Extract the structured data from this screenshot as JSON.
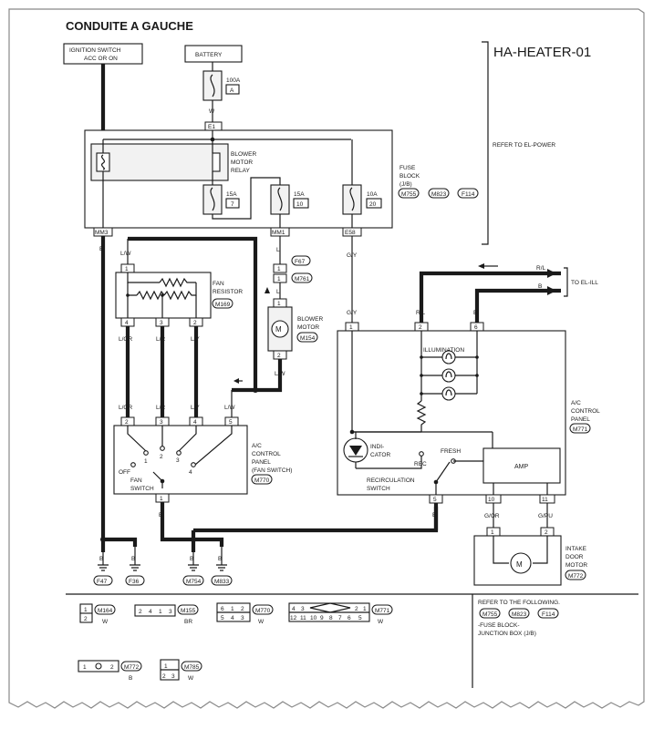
{
  "header": {
    "title": "CONDUITE A GAUCHE",
    "diagram_code": "HA-HEATER-01"
  },
  "labels": {
    "ignition_switch_1": "IGNITION SWITCH",
    "ignition_switch_2": "ACC OR ON",
    "battery": "BATTERY",
    "fuse_100a": "100A",
    "fuse_100a_no": "A",
    "wire_w": "W",
    "conn_e1": "E1",
    "refer_el_power": "REFER TO EL-POWER",
    "blower_relay_1": "BLOWER",
    "blower_relay_2": "MOTOR",
    "blower_relay_3": "RELAY",
    "fuse_15a_1": "15A",
    "fuse_15a_1_no": "7",
    "fuse_15a_2": "15A",
    "fuse_15a_2_no": "10",
    "fuse_10a": "10A",
    "fuse_10a_no": "20",
    "fuse_block_1": "FUSE",
    "fuse_block_2": "BLOCK",
    "fuse_block_3": "(J/B)",
    "conn_m755": "M755",
    "conn_m823": "M823",
    "conn_f114": "F114",
    "conn_mm3": "MM3",
    "conn_mm1": "MM1",
    "conn_e58": "E58",
    "wire_b": "B",
    "wire_lw": "L/W",
    "wire_l": "L",
    "wire_gy": "G/Y",
    "wire_rl": "R/L",
    "wire_lor": "L/OR",
    "wire_lr": "L/R",
    "wire_ly": "L/Y",
    "wire_gor": "G/OR",
    "wire_gpu": "G/PU",
    "conn_f67": "F67",
    "conn_m761": "M761",
    "fan_resistor_1": "FAN",
    "fan_resistor_2": "RESISTOR",
    "conn_m169": "M169",
    "blower_motor_1": "BLOWER",
    "blower_motor_2": "MOTOR",
    "conn_m154": "M154",
    "motor_m": "M",
    "to_el_ill": "TO EL-ILL",
    "illumination": "ILLUMINATION",
    "ac_panel_1": "A/C",
    "ac_panel_2": "CONTROL",
    "ac_panel_3": "PANEL",
    "conn_m771": "M771",
    "indicator_1": "INDI-",
    "indicator_2": "CATOR",
    "rec": "REC",
    "fresh": "FRESH",
    "amp": "AMP",
    "recirc_1": "RECIRCULATION",
    "recirc_2": "SWITCH",
    "fan_sw_off": "OFF",
    "fan_sw_label_1": "FAN",
    "fan_sw_label_2": "SWITCH",
    "fan_panel_4": "(FAN SWITCH)",
    "conn_m770": "M770",
    "intake_1": "INTAKE",
    "intake_2": "DOOR",
    "intake_3": "MOTOR",
    "conn_m772": "M772",
    "gnd_f47": "F47",
    "gnd_f36": "F36",
    "gnd_m754": "M754",
    "gnd_m833": "M833",
    "refer_following": "REFER TO THE FOLLOWING.",
    "fuse_block_jb_1": "-FUSE BLOCK-",
    "fuse_block_jb_2": "JUNCTION BOX (J/B)",
    "legend_c_br": "BR",
    "legend_w": "W",
    "legend_b": "B",
    "conn_m164": "M164",
    "conn_m155": "M155",
    "conn_m785": "M785"
  },
  "pins": {
    "p1": "1",
    "p2": "2",
    "p3": "3",
    "p4": "4",
    "p5": "5",
    "p6": "6",
    "p10": "10",
    "p11": "11"
  },
  "legend_rows": {
    "m155": [
      "2",
      "4",
      "1",
      "3"
    ],
    "m770_top": [
      "6",
      "1",
      "2"
    ],
    "m770_bot": [
      "5",
      "4",
      "3"
    ],
    "m771_top_left": [
      "4",
      "3"
    ],
    "m771_top_right": [
      "2",
      "1"
    ],
    "m771_bot": [
      "12",
      "11",
      "10",
      "9",
      "8",
      "7",
      "6",
      "5"
    ],
    "m772": [
      "1",
      "2"
    ],
    "m785_bot": [
      "2",
      "3"
    ]
  }
}
